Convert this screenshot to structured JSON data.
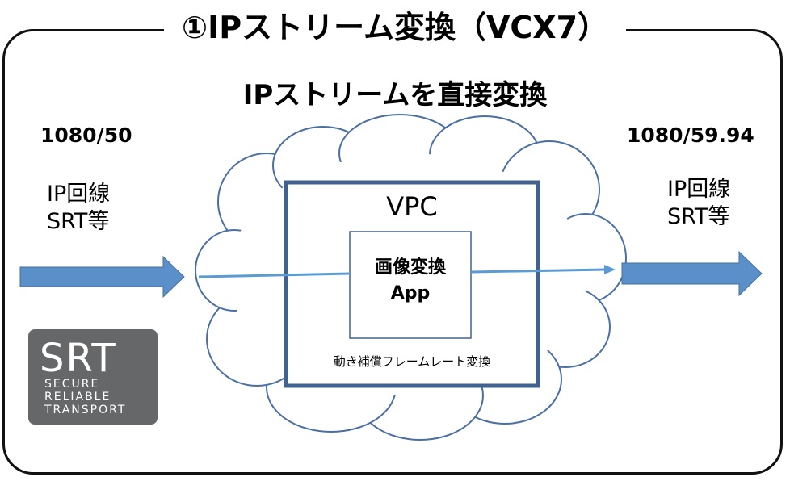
{
  "header": {
    "title": "①IPストリーム変換（VCX7）",
    "subtitle": "IPストリームを直接変換"
  },
  "input": {
    "format": "1080/50",
    "connection_line1": "IP回線",
    "connection_line2": "SRT等"
  },
  "output": {
    "format": "1080/59.94",
    "connection_line1": "IP回線",
    "connection_line2": "SRT等"
  },
  "vpc": {
    "label": "VPC",
    "app_line1": "画像変換",
    "app_line2": "App",
    "note": "動き補償フレームレート変換"
  },
  "srt_logo": {
    "big": "SRT",
    "line1": "SECURE",
    "line2": "RELIABLE",
    "line3": "TRANSPORT"
  },
  "colors": {
    "arrow_fill": "#5b8fc9",
    "arrow_stroke": "#41719c",
    "cloud_stroke": "#4a6fa5",
    "vpc_border": "#41628f",
    "app_border": "#41628f",
    "flow_line": "#5b9bd5",
    "logo_bg": "#666769"
  }
}
